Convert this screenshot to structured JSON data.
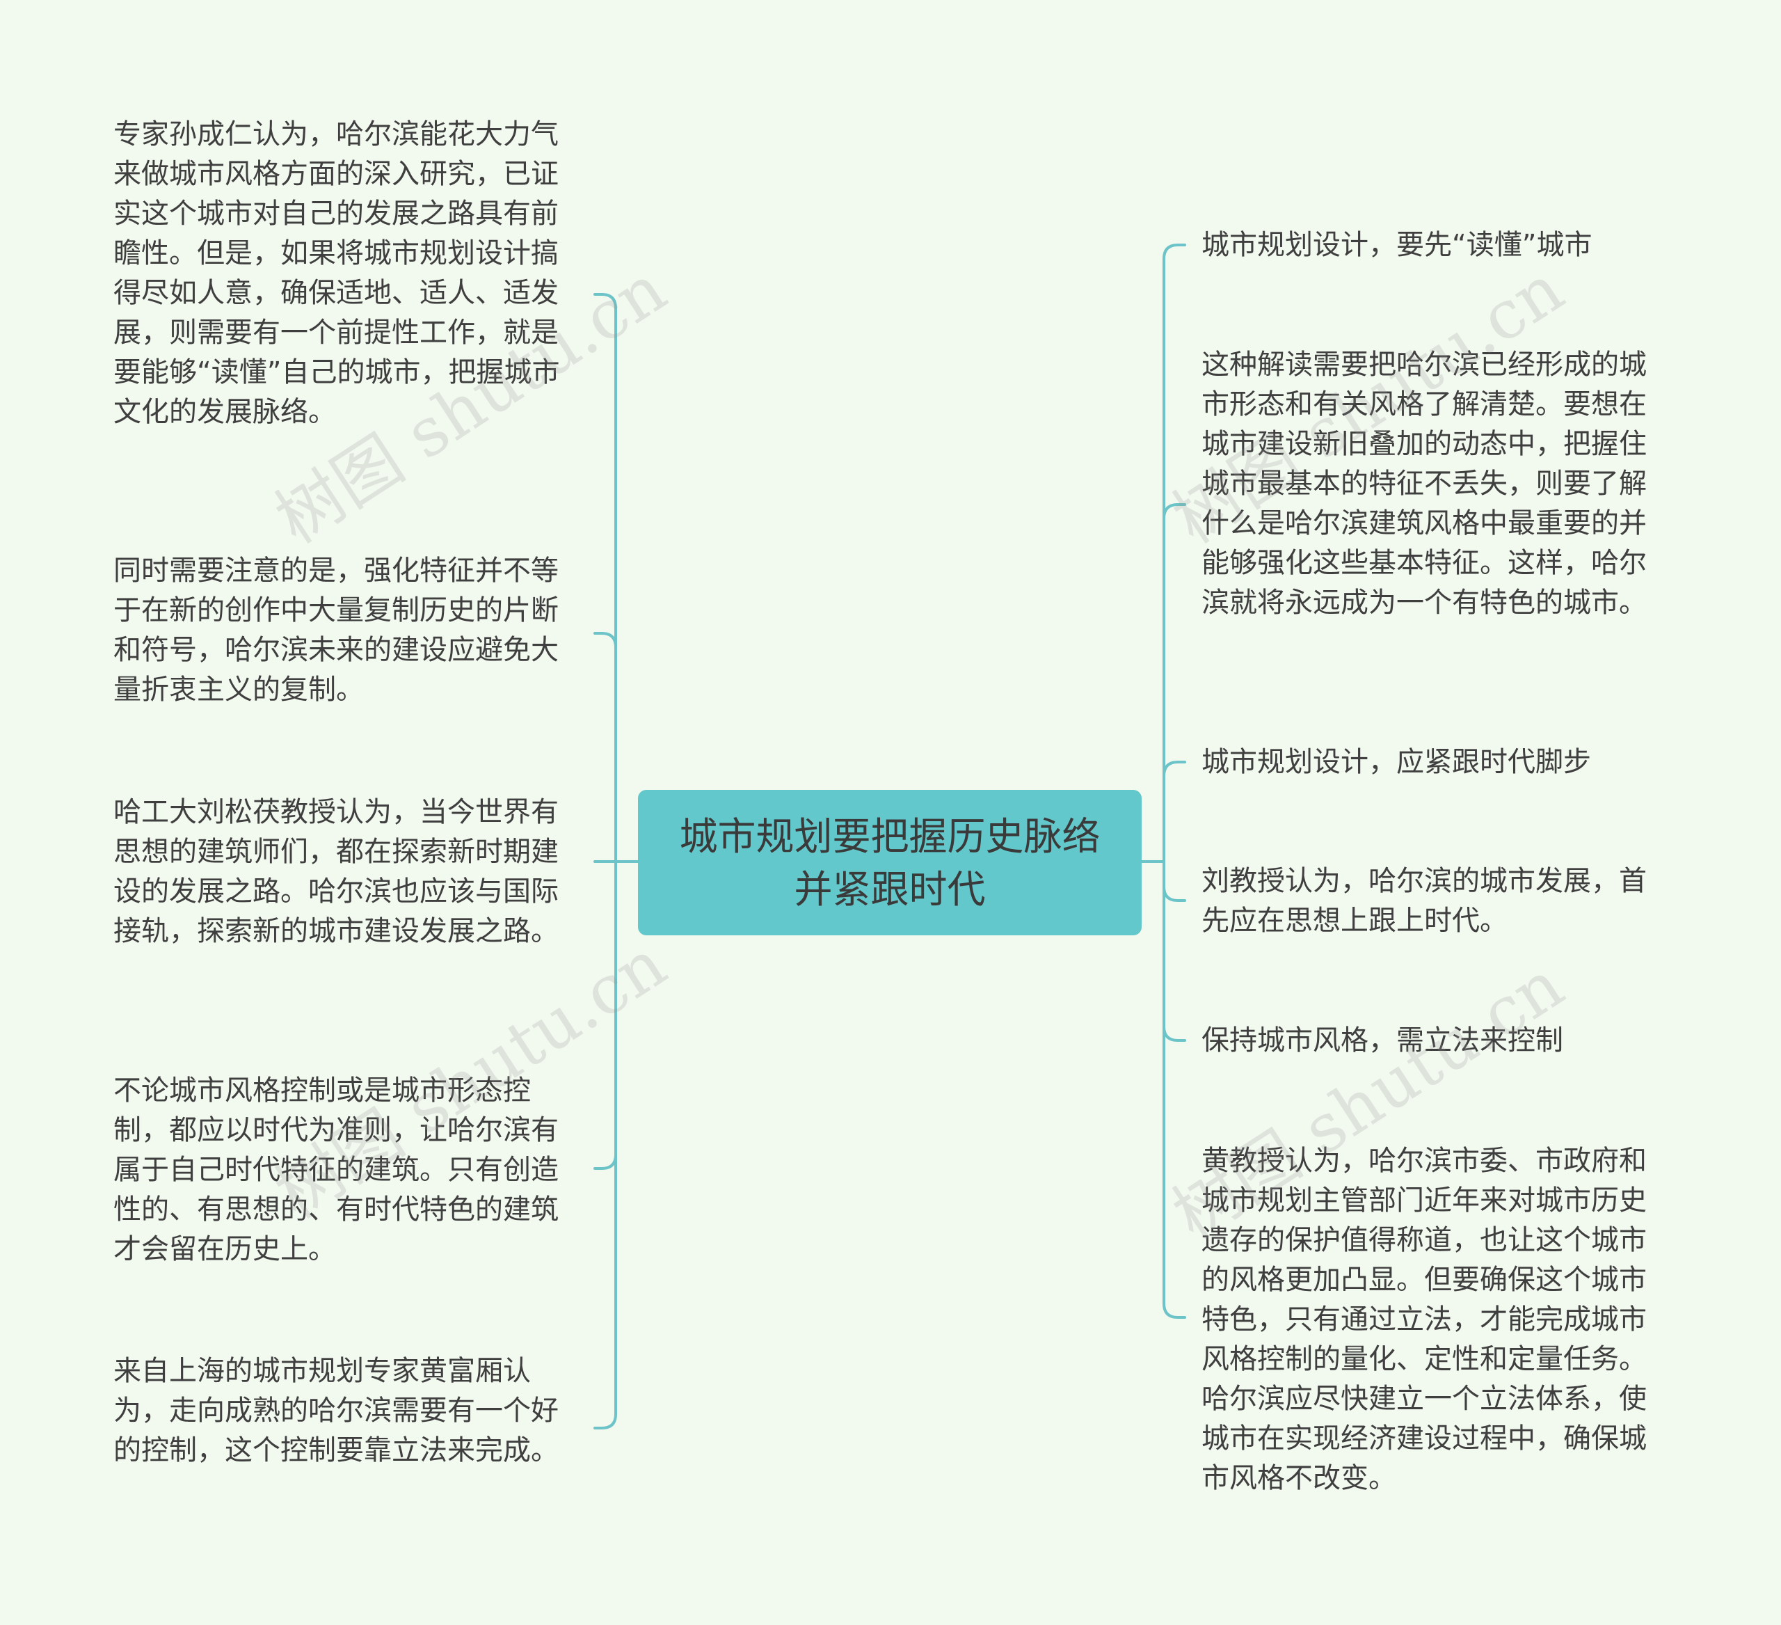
{
  "root": {
    "title": "城市规划要把握历史脉络\n并紧跟时代"
  },
  "left_branches": [
    {
      "text": "专家孙成仁认为，哈尔滨能花大力气来做城市风格方面的深入研究，已证实这个城市对自己的发展之路具有前瞻性。但是，如果将城市规划设计搞得尽如人意，确保适地、适人、适发展，则需要有一个前提性工作，就是要能够“读懂”自己的城市，把握城市文化的发展脉络。"
    },
    {
      "text": "同时需要注意的是，强化特征并不等于在新的创作中大量复制历史的片断和符号，哈尔滨未来的建设应避免大量折衷主义的复制。"
    },
    {
      "text": "哈工大刘松茯教授认为，当今世界有思想的建筑师们，都在探索新时期建设的发展之路。哈尔滨也应该与国际接轨，探索新的城市建设发展之路。"
    },
    {
      "text": "不论城市风格控制或是城市形态控制，都应以时代为准则，让哈尔滨有属于自己时代特征的建筑。只有创造性的、有思想的、有时代特色的建筑才会留在历史上。"
    },
    {
      "text": "来自上海的城市规划专家黄富厢认为，走向成熟的哈尔滨需要有一个好的控制，这个控制要靠立法来完成。"
    }
  ],
  "right_branches": [
    {
      "text": "城市规划设计，要先“读懂”城市"
    },
    {
      "text": "这种解读需要把哈尔滨已经形成的城市形态和有关风格了解清楚。要想在城市建设新旧叠加的动态中，把握住城市最基本的特征不丢失，则要了解什么是哈尔滨建筑风格中最重要的并能够强化这些基本特征。这样，哈尔滨就将永远成为一个有特色的城市。"
    },
    {
      "text": "城市规划设计，应紧跟时代脚步"
    },
    {
      "text": "刘教授认为，哈尔滨的城市发展，首先应在思想上跟上时代。"
    },
    {
      "text": "保持城市风格，需立法来控制"
    },
    {
      "text": "黄教授认为，哈尔滨市委、市政府和城市规划主管部门近年来对城市历史遗存的保护值得称道，也让这个城市的风格更加凸显。但要确保这个城市特色，只有通过立法，才能完成城市风格控制的量化、定性和定量任务。哈尔滨应尽快建立一个立法体系，使城市在实现经济建设过程中，确保城市风格不改变。"
    }
  ],
  "watermark": {
    "text": "树图 shutu.cn"
  },
  "colors": {
    "background": "#f2f9ef",
    "root_fill": "#63c8cb",
    "connector": "#6cc3c8",
    "text": "#3f3f3f"
  }
}
